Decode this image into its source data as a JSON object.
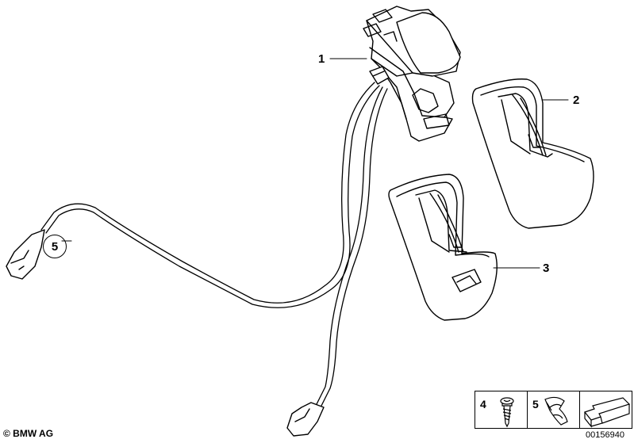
{
  "callouts": {
    "part_1": "1",
    "part_2": "2",
    "part_3": "3",
    "part_5_circled": "5"
  },
  "legend": {
    "items": [
      {
        "number": "4",
        "icon": "screw-icon"
      },
      {
        "number": "5",
        "icon": "cable-clip-icon"
      },
      {
        "number": "",
        "icon": "arrow-icon"
      }
    ]
  },
  "footer": {
    "copyright": "© BMW AG",
    "document_number": "00156940"
  },
  "colors": {
    "line": "#000000",
    "background": "#ffffff"
  }
}
